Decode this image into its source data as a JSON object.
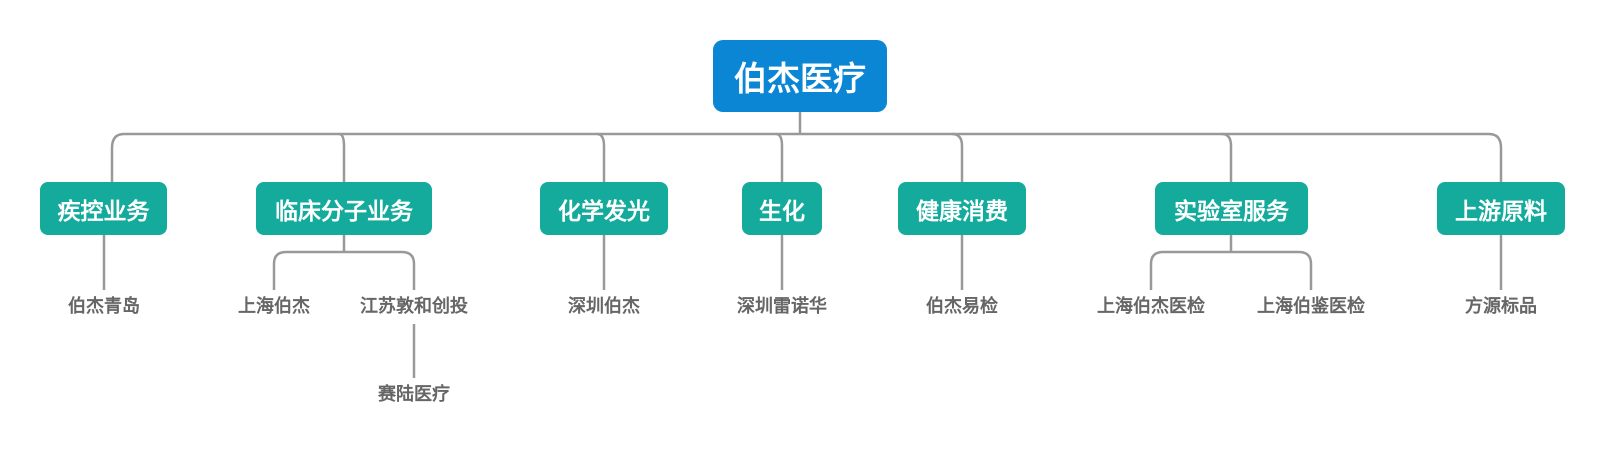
{
  "root": {
    "label": "伯杰医疗"
  },
  "categories": [
    {
      "label": "疾控业务",
      "children": [
        "伯杰青岛"
      ]
    },
    {
      "label": "临床分子业务",
      "children": [
        "上海伯杰",
        "江苏敦和创投"
      ],
      "grandchildren": [
        "赛陆医疗"
      ]
    },
    {
      "label": "化学发光",
      "children": [
        "深圳伯杰"
      ]
    },
    {
      "label": "生化",
      "children": [
        "深圳雷诺华"
      ]
    },
    {
      "label": "健康消费",
      "children": [
        "伯杰易检"
      ]
    },
    {
      "label": "实验室服务",
      "children": [
        "上海伯杰医检",
        "上海伯鉴医检"
      ]
    },
    {
      "label": "上游原料",
      "children": [
        "方源标品"
      ]
    }
  ],
  "colors": {
    "root_fill": "#0a86d4",
    "category_fill": "#14ab9c",
    "connector": "#999999",
    "leaf_text": "#666666"
  }
}
